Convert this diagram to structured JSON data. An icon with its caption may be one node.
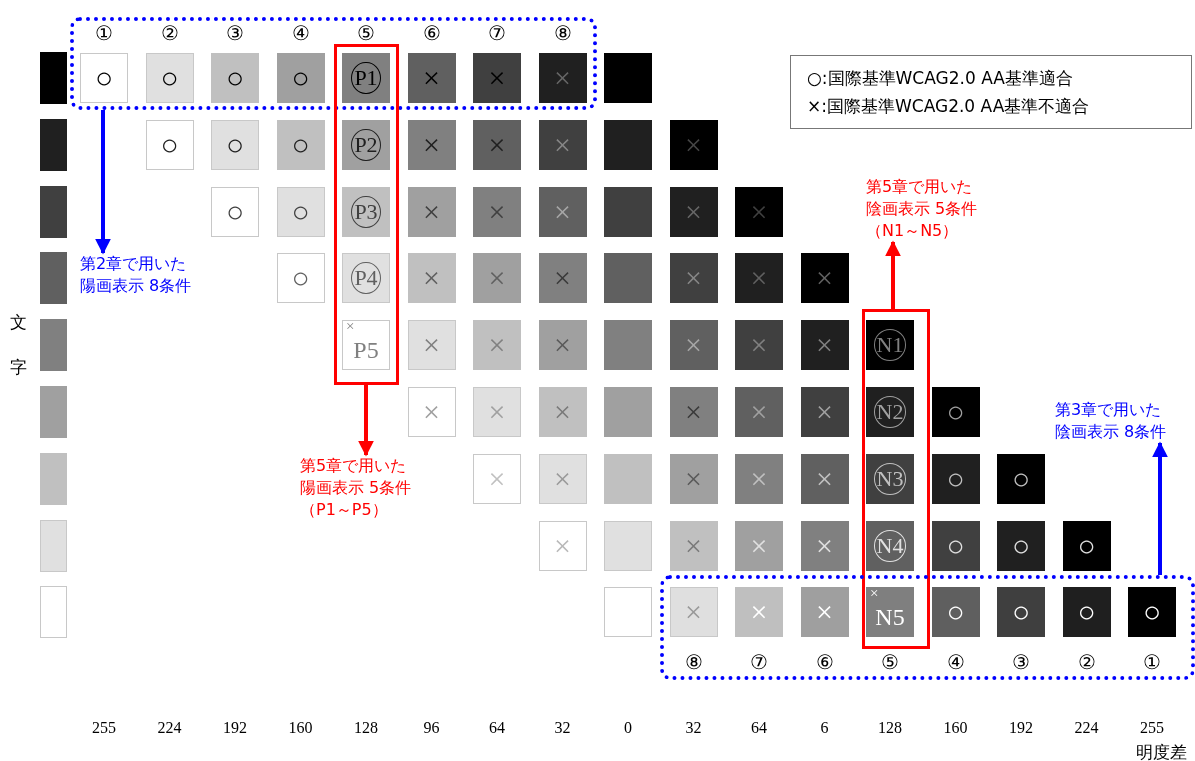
{
  "diagram": {
    "nodes": [
      {
        "text": [],
        "shape": "box"
      },
      {
        "text": [],
        "shape": "box"
      },
      {
        "text": [
          "○:国際基準WCAG2.0 AA基準適合",
          "×:国際基準WCAG2.0 AA基準不適合"
        ]
      },
      {
        "text": [
          "第5章で用いた陰画表示 5条件（N1～N5）"
        ]
      },
      {
        "text": [
          "第2章で用いた陽画表示 8条件"
        ]
      },
      {
        "text": [],
        "shape": "box"
      },
      {
        "text": [
          "第3章で用いた陰画表示 8条件"
        ]
      },
      {
        "text": [
          "第5章で用いた陽画表示 5条件（P1～P5）"
        ]
      },
      {
        "text": [],
        "shape": "box"
      }
    ],
    "edges": [
      {
        "from": 0,
        "to": 4,
        "arrow": "to",
        "color": "#0000ff"
      },
      {
        "from": 1,
        "to": 7,
        "arrow": "to",
        "color": "#ff0000"
      },
      {
        "from": 5,
        "to": 3,
        "arrow": "to",
        "color": "#ff0000"
      },
      {
        "from": 8,
        "to": 6,
        "arrow": "to",
        "color": "#0000ff"
      }
    ],
    "labels": [
      "①",
      "②",
      "③",
      "④",
      "⑤",
      "⑥",
      "⑦",
      "⑧",
      "○",
      "○",
      "○",
      "○",
      "P1",
      "×",
      "×",
      "×",
      "○",
      "○",
      "○",
      "P2",
      "×",
      "×",
      "×",
      "×",
      "○",
      "○",
      "P3",
      "×",
      "×",
      "×",
      "×",
      "×",
      "○",
      "P4",
      "×",
      "×",
      "×",
      "×",
      "×",
      "×",
      "×",
      "P5",
      "×",
      "×",
      "×",
      "×",
      "×",
      "×",
      "N1",
      "×",
      "×",
      "×",
      "×",
      "×",
      "×",
      "N2",
      "○",
      "×",
      "×",
      "×",
      "×",
      "×",
      "N3",
      "○",
      "○",
      "×",
      "×",
      "×",
      "×",
      "N4",
      "○",
      "○",
      "○",
      "×",
      "×",
      "×",
      "×",
      "N5",
      "○",
      "○",
      "○",
      "○",
      "文字",
      "⑧",
      "⑦",
      "⑥",
      "⑤",
      "④",
      "③",
      "②",
      "①",
      "255",
      "224",
      "192",
      "160",
      "128",
      "96",
      "64",
      "32",
      "0",
      "32",
      "64",
      "6",
      "128",
      "160",
      "192",
      "224",
      "255",
      "明度差"
    ]
  }
}
